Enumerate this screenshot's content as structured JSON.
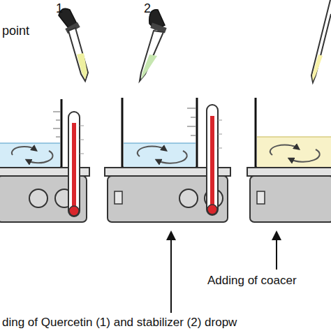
{
  "diagram": {
    "labels": [
      "point",
      "1",
      "2",
      "Adding of coacer",
      "ding of Quercetin (1) and stabilizer (2) dropw"
    ]
  }
}
